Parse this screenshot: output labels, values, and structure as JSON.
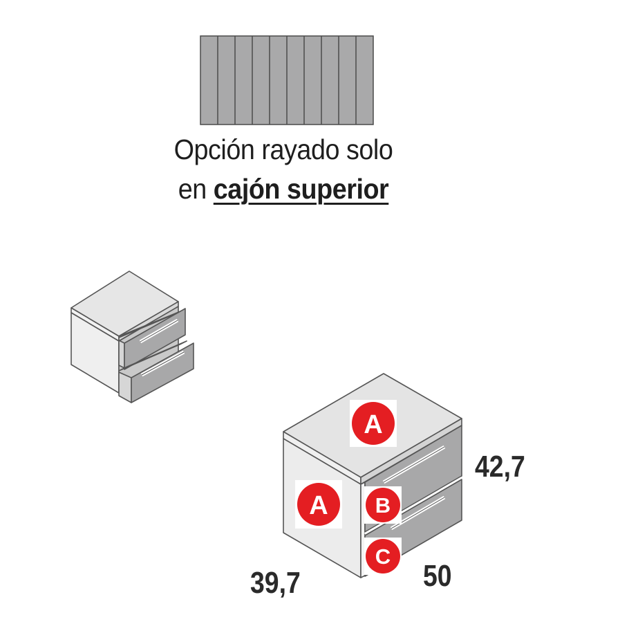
{
  "swatch": {
    "stripe_count": 10,
    "fill_color": "#a9a9aa",
    "line_color": "#4a4a4a"
  },
  "caption": {
    "line1": "Opción rayado solo",
    "line2_prefix": "en ",
    "line2_bold": "cajón superior"
  },
  "markers": {
    "top": "A",
    "side": "A",
    "upper_drawer": "B",
    "lower_drawer": "C",
    "color": "#e41e22"
  },
  "dimensions": {
    "height": "42,7",
    "width": "50",
    "depth": "39,7"
  },
  "colors": {
    "top_surface": "#e4e4e4",
    "side_panel": "#ececec",
    "drawer_front": "#a8a8a9",
    "outline": "#555555"
  }
}
